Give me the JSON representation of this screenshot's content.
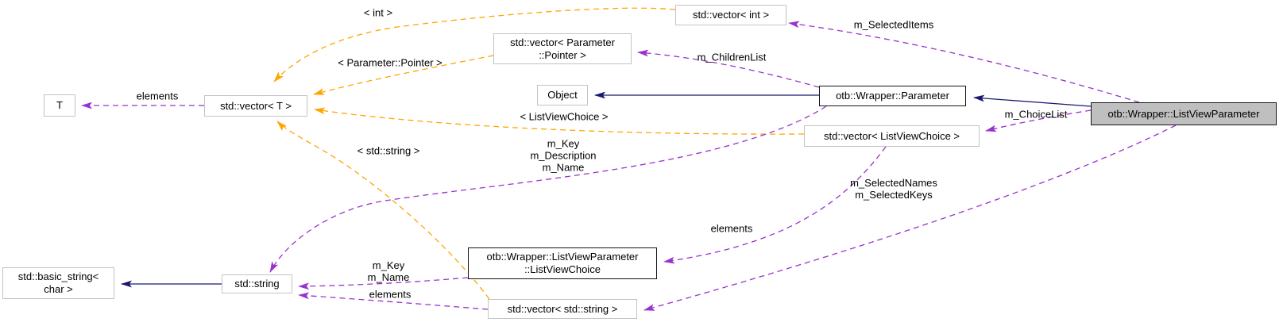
{
  "diagram": {
    "kind": "collaboration-graph",
    "focus_class": "otb::Wrapper::ListViewParameter",
    "colors": {
      "template_edge": "#ffa500",
      "member_edge": "#9a32cd",
      "inheritance_edge": "#191970",
      "focus_node_fill": "#bfbfbf",
      "plain_node_border": "#c3c3c3",
      "linked_node_border": "#141414"
    },
    "nodes": {
      "t": {
        "lines": [
          "T"
        ]
      },
      "vector_t": {
        "lines": [
          "std::vector< T >"
        ]
      },
      "vector_int": {
        "lines": [
          "std::vector< int >"
        ]
      },
      "vector_param_ptr": {
        "lines": [
          "std::vector< Parameter",
          "::Pointer >"
        ]
      },
      "object": {
        "lines": [
          "Object"
        ]
      },
      "parameter": {
        "lines": [
          "otb::Wrapper::Parameter"
        ]
      },
      "vector_lvc": {
        "lines": [
          "std::vector< ListViewChoice >"
        ]
      },
      "listview_parameter": {
        "lines": [
          "otb::Wrapper::ListViewParameter"
        ]
      },
      "basic_string": {
        "lines": [
          "std::basic_string<",
          "char >"
        ]
      },
      "string": {
        "lines": [
          "std::string"
        ]
      },
      "lvc": {
        "lines": [
          "otb::Wrapper::ListViewParameter",
          "::ListViewChoice"
        ]
      },
      "vector_string": {
        "lines": [
          "std::vector< std::string >"
        ]
      }
    },
    "edges": {
      "elements_t": {
        "label": "elements"
      },
      "tmpl_int": {
        "label": "< int >"
      },
      "tmpl_param_ptr": {
        "label": "< Parameter::Pointer >"
      },
      "tmpl_lvc": {
        "label": "< ListViewChoice >"
      },
      "tmpl_string": {
        "label": "< std::string >"
      },
      "m_selected_items": {
        "label": "m_SelectedItems"
      },
      "m_children_list": {
        "label": "m_ChildrenList"
      },
      "m_choice_list": {
        "label": "m_ChoiceList"
      },
      "param_to_string": {
        "lines": [
          "m_Key",
          "m_Description",
          "m_Name"
        ]
      },
      "lvp_to_vstring": {
        "lines": [
          "m_SelectedNames",
          "m_SelectedKeys"
        ]
      },
      "elements_lvc": {
        "label": "elements"
      },
      "lvc_to_string": {
        "lines": [
          "m_Key",
          "m_Name"
        ]
      },
      "elements_string": {
        "label": "elements"
      }
    }
  }
}
